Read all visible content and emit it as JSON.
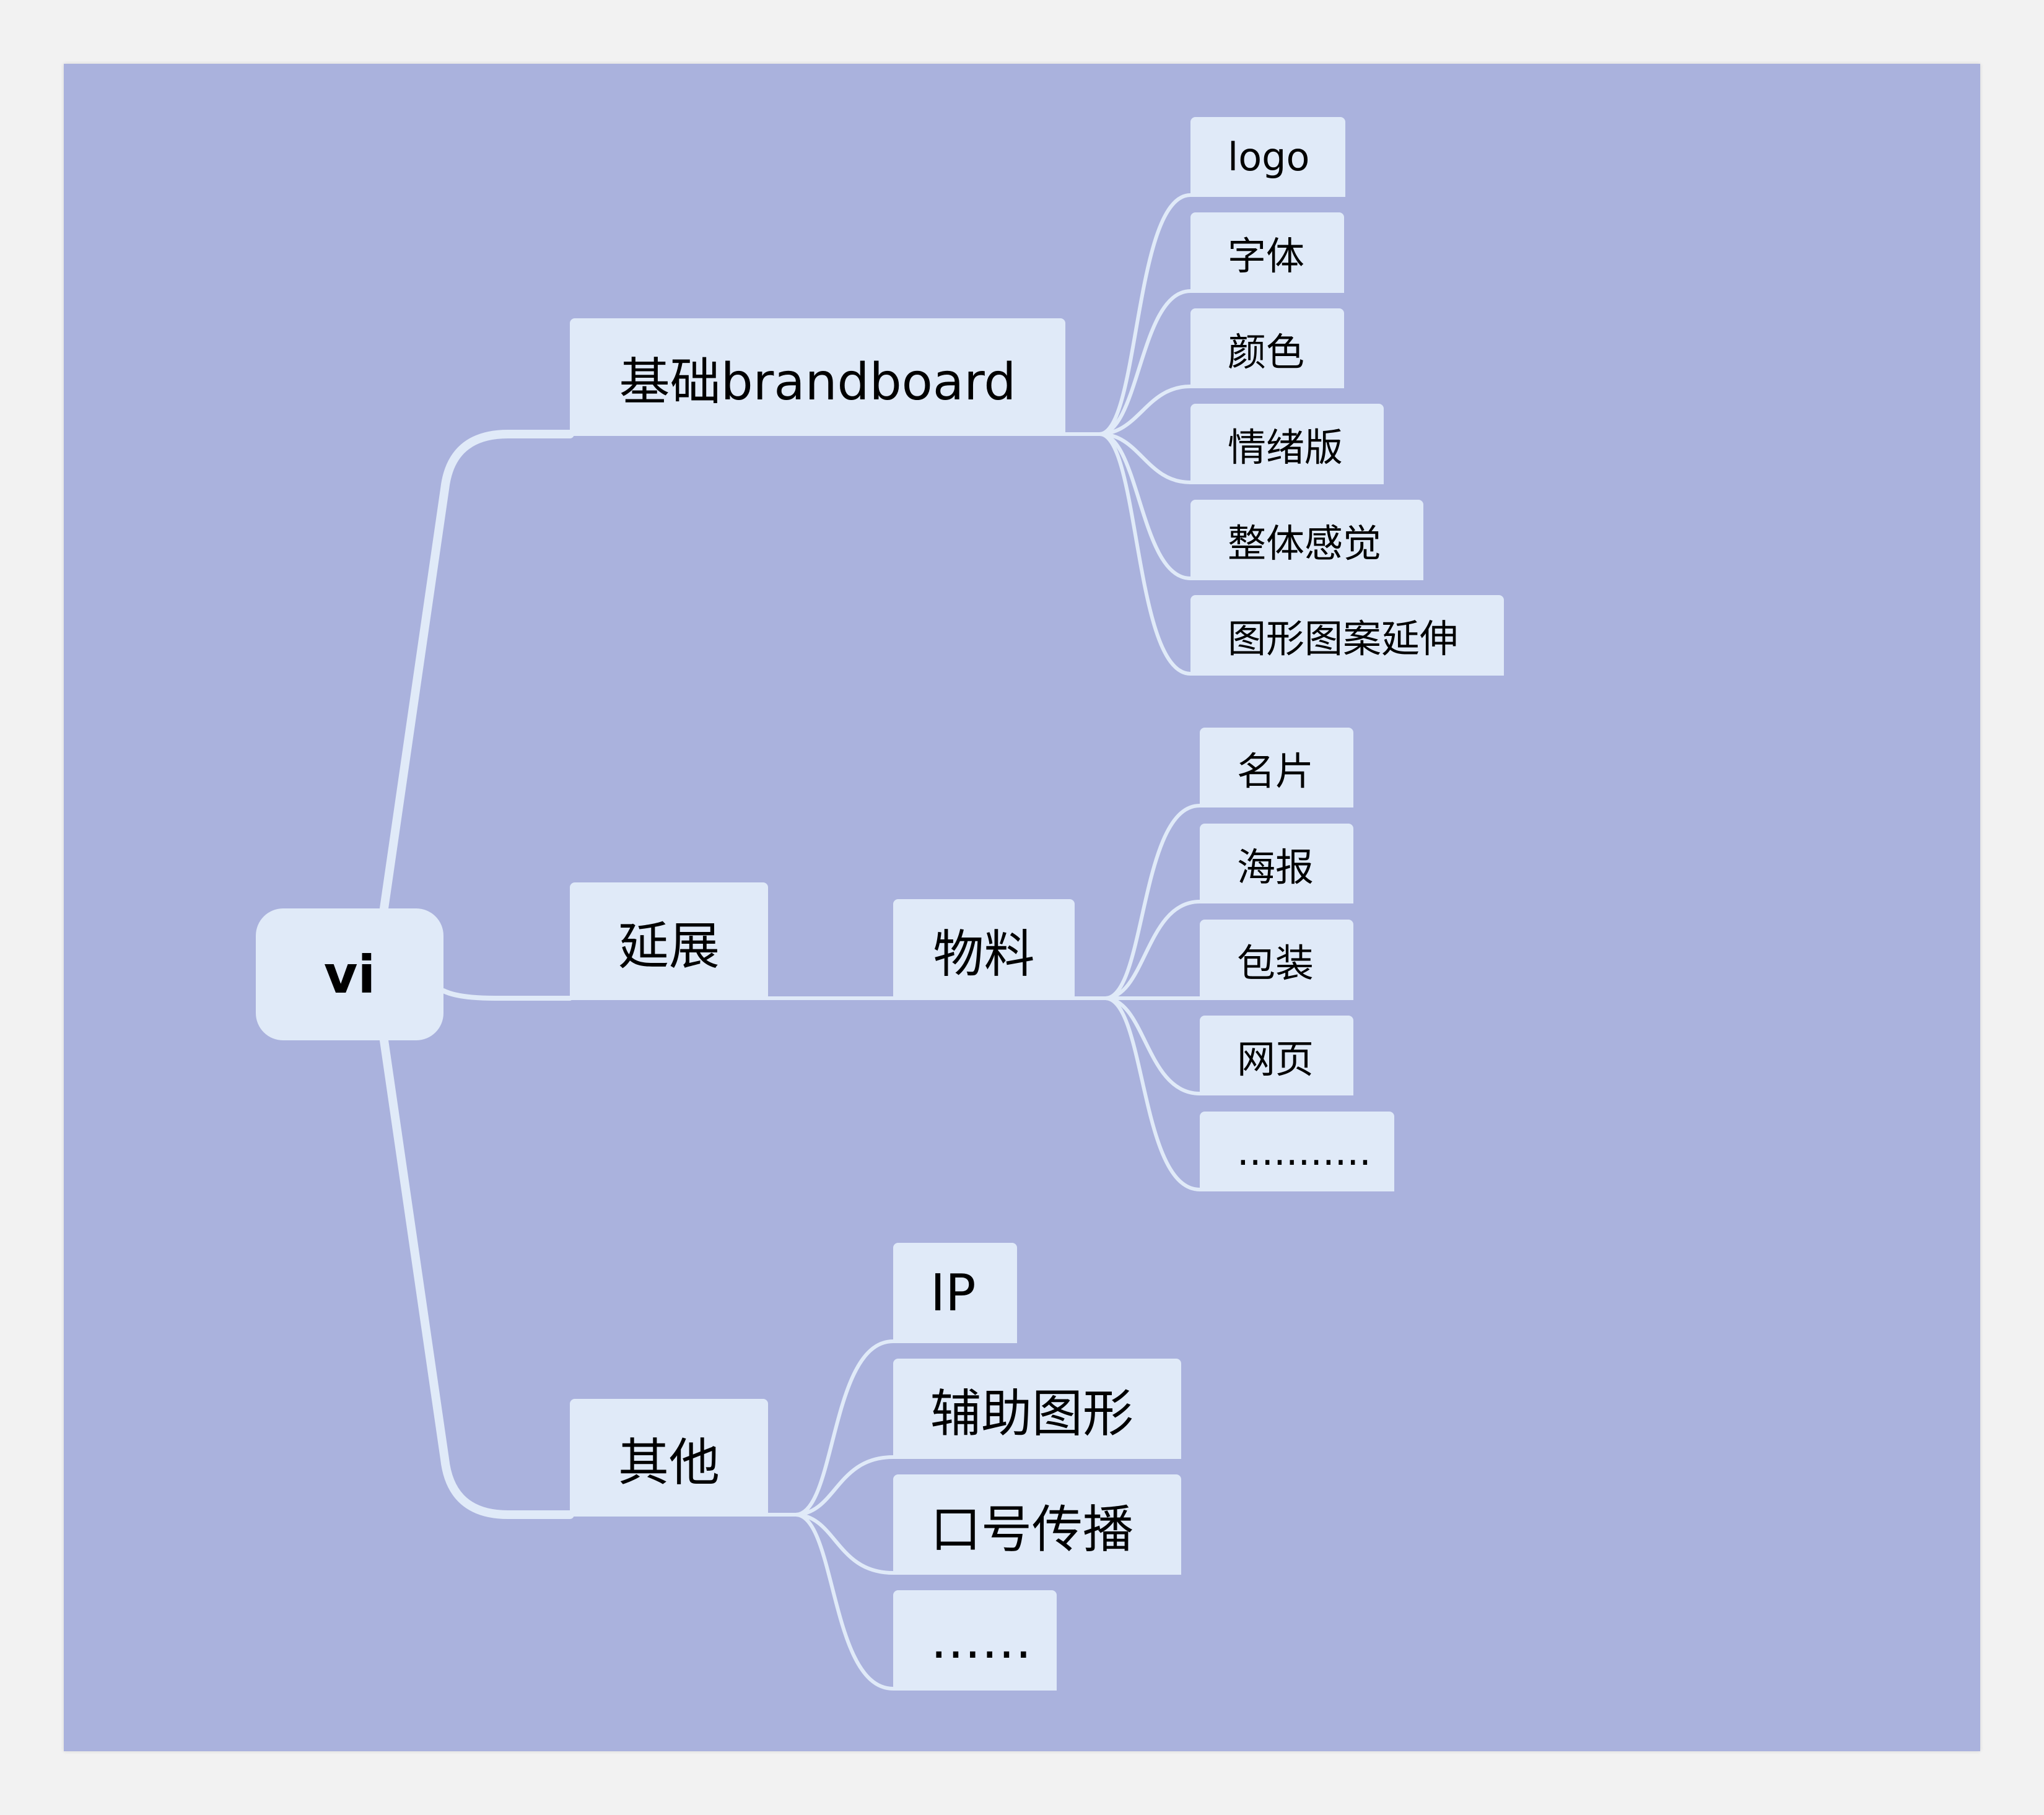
{
  "mindmap": {
    "root": {
      "label": "vi"
    },
    "branches": [
      {
        "label": "基础brandboard",
        "children": [
          {
            "label": "logo"
          },
          {
            "label": "字体"
          },
          {
            "label": "颜色"
          },
          {
            "label": "情绪版"
          },
          {
            "label": "整体感觉"
          },
          {
            "label": "图形图案延伸"
          }
        ]
      },
      {
        "label": "延展",
        "sub": {
          "label": "物料",
          "children": [
            {
              "label": "名片"
            },
            {
              "label": "海报"
            },
            {
              "label": "包装"
            },
            {
              "label": "网页"
            },
            {
              "label": "..........."
            }
          ]
        }
      },
      {
        "label": "其他",
        "children": [
          {
            "label": "IP"
          },
          {
            "label": "辅助图形"
          },
          {
            "label": "口号传播"
          },
          {
            "label": "……"
          }
        ]
      }
    ]
  },
  "colors": {
    "page_background": "#f2f2f2",
    "canvas_background": "#aab2dd",
    "node_fill": "#e0eaf8",
    "connector": "#e0eaf8",
    "text": "#000000"
  }
}
